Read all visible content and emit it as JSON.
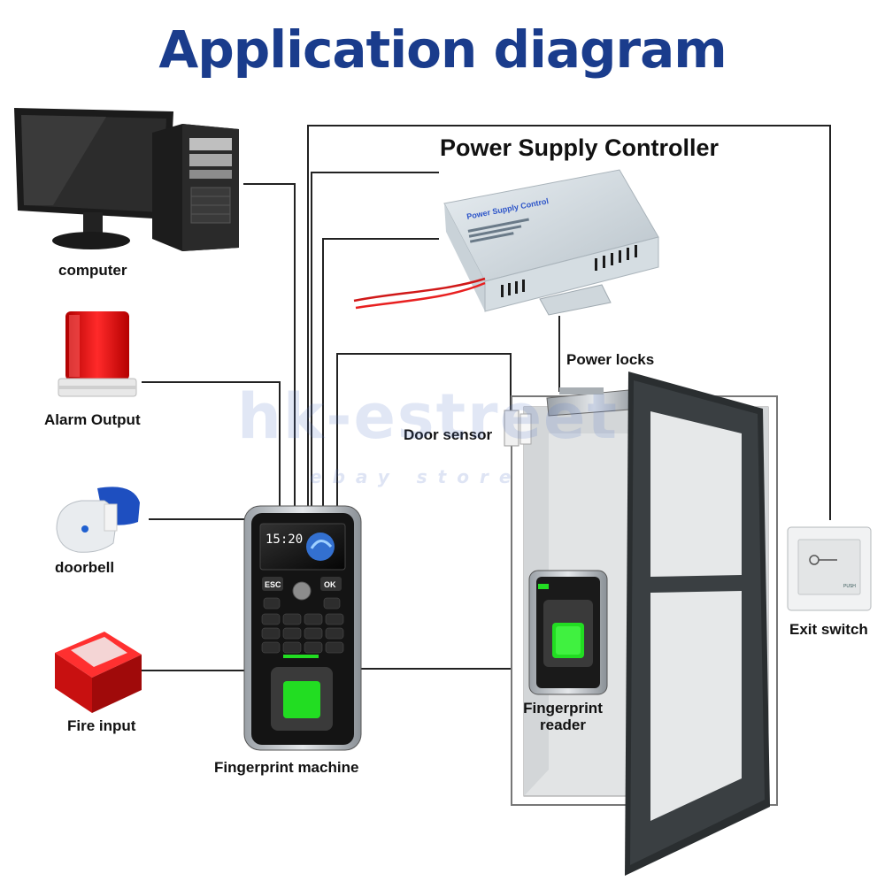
{
  "title": "Application diagram",
  "power_supply_controller": {
    "title": "Power Supply Controller",
    "device_label": "Power Supply Control"
  },
  "devices": {
    "computer": "computer",
    "alarm": "Alarm Output",
    "doorbell": "doorbell",
    "fire": "Fire input",
    "fingerprint_machine": "Fingerprint machine",
    "power_locks": "Power locks",
    "door_sensor": "Door sensor",
    "exit_switch": "Exit switch",
    "fingerprint_reader": "Fingerprint reader"
  },
  "fingerprint_machine_screen": {
    "time": "15:20",
    "key_esc": "ESC",
    "key_ok": "OK"
  },
  "exit_switch_button": "PUSH",
  "watermark": {
    "main": "hk-estreet",
    "sub": "ebay store"
  },
  "colors": {
    "title": "#1a3c8c",
    "wire": "#222222",
    "alarm_red": "#e01010",
    "fire_red": "#d81818",
    "fingerprint_green": "#22dd22",
    "door_frame": "#2a2e30"
  }
}
